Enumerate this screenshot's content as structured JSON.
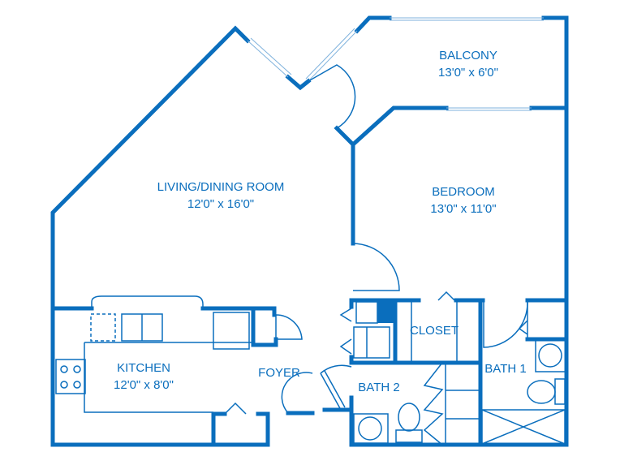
{
  "rooms": {
    "balcony": {
      "name": "BALCONY",
      "size": "13'0\" x 6'0\""
    },
    "bedroom": {
      "name": "BEDROOM",
      "size": "13'0\" x 11'0\""
    },
    "living": {
      "name": "LIVING/DINING ROOM",
      "size": "12'0\" x 16'0\""
    },
    "kitchen": {
      "name": "KITCHEN",
      "size": "12'0\" x 8'0\""
    },
    "foyer": {
      "name": "FOYER"
    },
    "closet": {
      "name": "CLOSET"
    },
    "bath1": {
      "name": "BATH 1"
    },
    "bath2": {
      "name": "BATH 2"
    }
  },
  "colors": {
    "wall": "#0a6ebd"
  }
}
